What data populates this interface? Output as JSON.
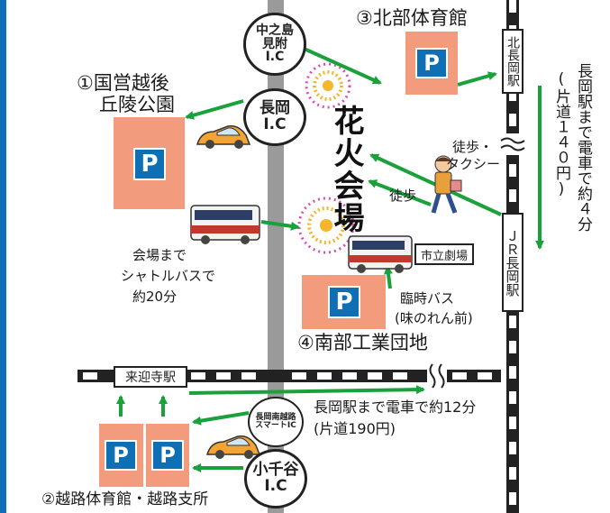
{
  "venue_label": "花火会場",
  "parking": {
    "p1": {
      "name_line1": "①国営越後",
      "name_line2": "丘陵公園",
      "sign": "P"
    },
    "p2": {
      "name": "②越路体育館・越路支所",
      "sign": "P"
    },
    "p3": {
      "name": "③北部体育館",
      "sign": "P"
    },
    "p4": {
      "name": "④南部工業団地",
      "sign": "P"
    }
  },
  "interchanges": {
    "nakanoshima": {
      "line1": "中之島",
      "line2": "見附",
      "line3": "I.C"
    },
    "nagaoka": {
      "line1": "長岡",
      "line2": "I.C"
    },
    "smart_ic": {
      "line1": "長岡南越路",
      "line2": "スマートIC"
    },
    "ojiya": {
      "line1": "小千谷",
      "line2": "I.C"
    }
  },
  "stations": {
    "kita_nagaoka": "北長岡駅",
    "jr_nagaoka": "ＪＲ長岡駅",
    "raikoji": "来迎寺駅"
  },
  "landmarks": {
    "city_theater": "市立劇場"
  },
  "notes": {
    "walk_taxi_line1": "徒歩・",
    "walk_taxi_line2": "タクシー",
    "walk": "徒歩",
    "shuttle_line1": "会場まで",
    "shuttle_line2": "シャトルバスで",
    "shuttle_line3": "約20分",
    "temp_bus_line1": "臨時バス",
    "temp_bus_line2": "(味のれん前)",
    "train_raikoji_line1": "長岡駅まで電車で約12分",
    "train_raikoji_line2": "(片道190円)",
    "train_kita_col1": "長岡駅まで電車で約４分",
    "train_kita_col2": "(片道１４０円)"
  },
  "colors": {
    "arrow": "#1aa13c",
    "parking_lot": "#f29c7d",
    "p_sign": "#0f6fb5",
    "highway": "#9a9a9a",
    "frame": "#0f6fb5",
    "firework_ring": "#d64fb0",
    "firework_core": "#f5b52c"
  }
}
